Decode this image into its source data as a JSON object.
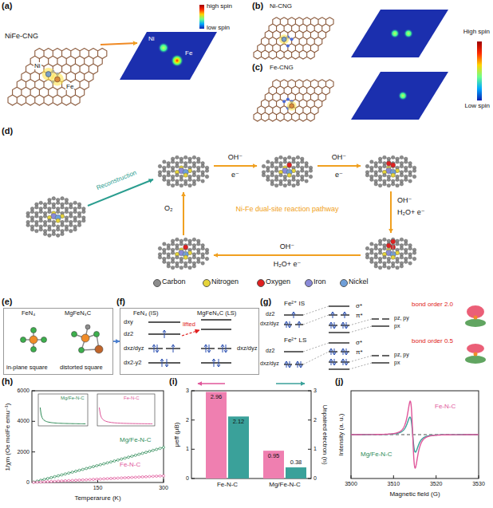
{
  "diagram": {
    "nodes": [
      {
        "text": [
          "FeN₄",
          "MgFeN₃C",
          "in-plane square",
          "distorted square"
        ]
      },
      {
        "text": [
          "FeN₄ (IS)",
          "MgFeN₃C (LS)",
          "dxy",
          "dz2",
          "dxz/dyz",
          "dx2-y2",
          "lifted",
          "dxz/dyz"
        ]
      }
    ],
    "edges": [
      {
        "from": 0,
        "to": 1,
        "arrow": "to"
      }
    ],
    "labels": [
      "(a)",
      "NiFe-CNG",
      "Ni",
      "Fe",
      "Ni",
      "Fe",
      "high spin",
      "low spin",
      "(b)",
      "Ni-CNG",
      "(c)",
      "Fe-CNG",
      "High spin",
      "Low spin",
      "(d)",
      "Reconstruction",
      "OH⁻",
      "e⁻",
      "OH⁻",
      "e⁻",
      "OH⁻",
      "H₂O+ e⁻",
      "OH⁻",
      "H₂O+ e⁻",
      "O₂",
      "Ni-Fe dual-site reaction pathway",
      "(e)",
      "(f)",
      "(g)",
      "Fe²⁺ IS",
      "bond order 2.0",
      "dz2",
      "dxz/dyz",
      "σ*",
      "π*",
      "pz, py",
      "px",
      "Fe²⁺ LS",
      "bond order 0.5",
      "dz2",
      "dxz/dyz",
      "σ*",
      "π*",
      "pz, py",
      "px",
      "(h)",
      "1/χm (Oe molFe emu⁻¹)",
      "6000",
      "4000",
      "2000",
      "0",
      "150",
      "300",
      "Temperarure (K)",
      "Mg/Fe-N-C",
      "Fe-N-C",
      "Mg/Fe-N-C",
      "Fe-N-C",
      "(i)",
      "μeff (μB)",
      "3",
      "2",
      "1",
      "0",
      "3",
      "2",
      "1",
      "0",
      "Unpaired electron (n)",
      "2.96",
      "2.12",
      "0.95",
      "0.38",
      "Fe-N-C",
      "Mg/Fe-N-C",
      "(j)",
      "Intensity (a. u.)",
      "3500",
      "3510",
      "3520",
      "3530",
      "Magnetic field (G)",
      "Fe-N-C",
      "Mg/Fe-N-C"
    ],
    "legend": [
      {
        "text": "Carbon",
        "color": "#8c8c8c"
      },
      {
        "text": "Nitrogen",
        "color": "#e6d43a"
      },
      {
        "text": "Oxygen",
        "color": "#e02020"
      },
      {
        "text": "Iron",
        "color": "#8a8ad8"
      },
      {
        "text": "Nickel",
        "color": "#6f9fd8"
      }
    ]
  }
}
